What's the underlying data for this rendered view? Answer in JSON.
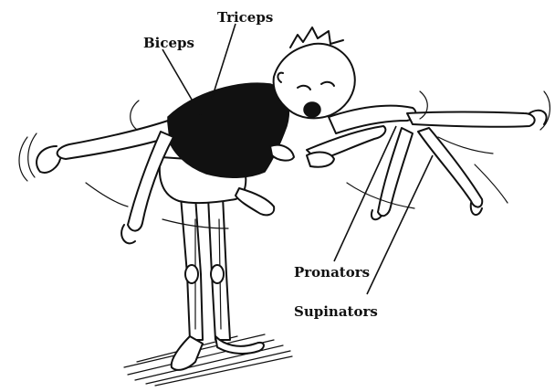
{
  "labels": {
    "triceps": "Triceps",
    "biceps": "Biceps",
    "pronators": "Pronators",
    "supinators": "Supinators"
  },
  "colors": {
    "ink": "#111111",
    "background": "#ffffff"
  }
}
